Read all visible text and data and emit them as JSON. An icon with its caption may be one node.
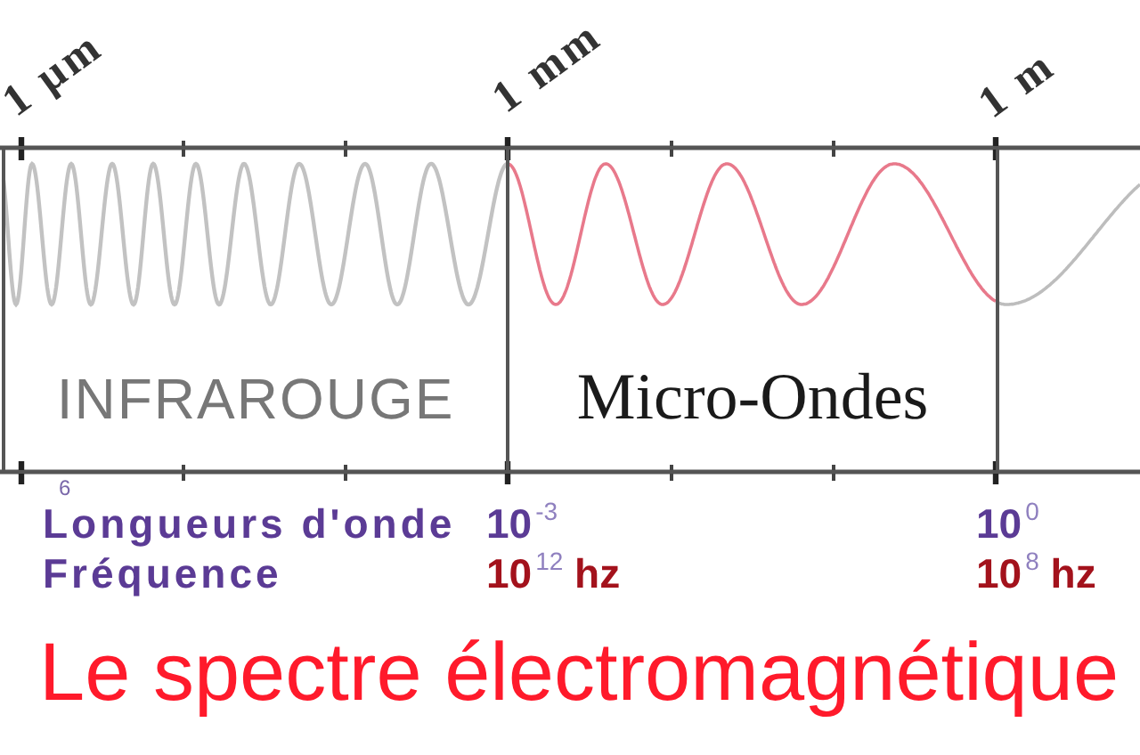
{
  "diagram": {
    "title": "Le spectre électromagnétique",
    "nodes": [
      {
        "text": [
          "INFRAROUGE"
        ]
      },
      {
        "text": [
          "Micro-Ondes"
        ]
      }
    ],
    "labels": [
      "1 µm",
      "1 mm",
      "1 m",
      "6",
      "Longueurs d'onde",
      "10$^{-3}$",
      "10$^{0}$",
      "Fréquence",
      "10$^{12}$ hz",
      "10$^{8}$ hz"
    ]
  }
}
